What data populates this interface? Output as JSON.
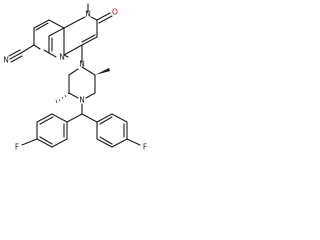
{
  "molecule": {
    "atoms": {
      "n_methyl": "N",
      "carbonyl_o": "O",
      "ring_n": "N",
      "nitrile_n": "N",
      "piperazine_n_top": "N",
      "piperazine_n_bottom": "N",
      "fluorine_left": "F",
      "fluorine_right": "F"
    }
  },
  "colors": {
    "bond": "#1a1a1a",
    "nitrogen": "#1a1a1a",
    "oxygen": "#cc0000",
    "background": "#ffffff"
  }
}
